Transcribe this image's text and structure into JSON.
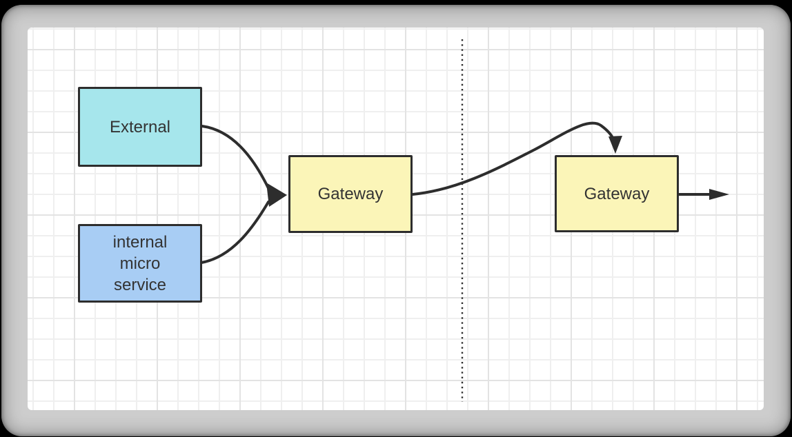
{
  "window": {
    "outer_background": "#000000",
    "bezel_color": "#cdcdcd",
    "canvas_background": "#ffffff",
    "grid_minor_color": "#efefef",
    "grid_major_color": "#e3e3e3"
  },
  "diagram": {
    "stroke_color": "#2d2d2d",
    "text_color": "#333333",
    "nodes": [
      {
        "id": "external",
        "label": "External",
        "fill": "#a6e6ec"
      },
      {
        "id": "internal-micro-service",
        "label": "internal micro service",
        "fill": "#a8cdf4"
      },
      {
        "id": "gateway-left",
        "label": "Gateway",
        "fill": "#fbf5b8"
      },
      {
        "id": "gateway-right",
        "label": "Gateway",
        "fill": "#fbf5b8"
      }
    ],
    "connectors": [
      {
        "id": "external-to-gateway-left",
        "from": "External",
        "to": "Gateway (left)"
      },
      {
        "id": "internal-service-to-gateway-left",
        "from": "internal micro service",
        "to": "Gateway (left)"
      },
      {
        "id": "gateway-left-to-gateway-right",
        "from": "Gateway (left)",
        "to": "Gateway (right)"
      },
      {
        "id": "gateway-right-outbound",
        "from": "Gateway (right)",
        "to": "outside"
      }
    ],
    "divider": {
      "id": "zone-divider",
      "style": "dotted",
      "orientation": "vertical"
    }
  }
}
